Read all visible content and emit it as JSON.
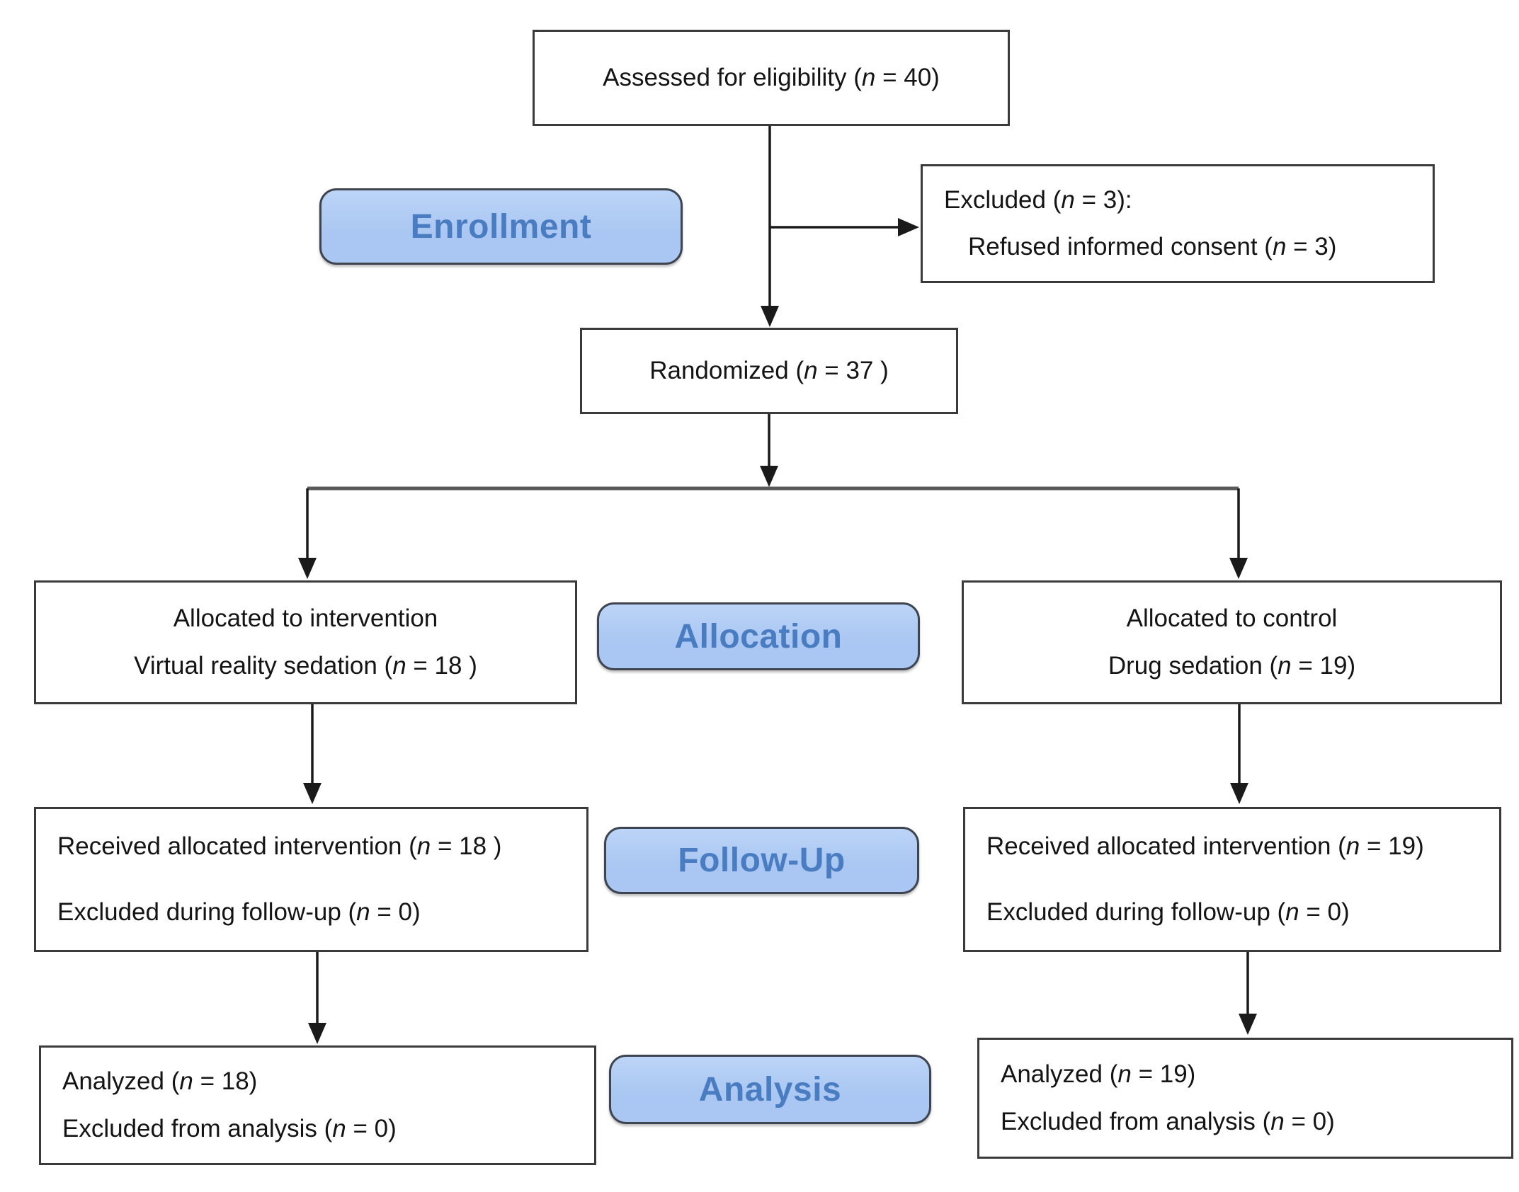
{
  "stages": {
    "enrollment": "Enrollment",
    "allocation": "Allocation",
    "followup": "Follow-Up",
    "analysis": "Analysis"
  },
  "boxes": {
    "assessed": {
      "text": "Assessed for eligibility (n = 40)"
    },
    "excluded": {
      "title": "Excluded (n = 3):",
      "reason": "Refused informed consent (n = 3)"
    },
    "randomized": {
      "text": "Randomized (n = 37 )"
    },
    "allocation_left": {
      "line1": "Allocated to intervention",
      "line2": "Virtual reality sedation (n = 18 )"
    },
    "allocation_right": {
      "line1": "Allocated to control",
      "line2": "Drug sedation (n = 19)"
    },
    "followup_left": {
      "line1": "Received allocated intervention (n = 18 )",
      "line2": "Excluded during follow-up (n = 0)"
    },
    "followup_right": {
      "line1": "Received allocated intervention (n = 19)",
      "line2": "Excluded during follow-up (n = 0)"
    },
    "analysis_left": {
      "line1": "Analyzed (n = 18)",
      "line2": "Excluded from analysis (n = 0)"
    },
    "analysis_right": {
      "line1": "Analyzed (n = 19)",
      "line2": "Excluded from analysis (n = 0)"
    }
  },
  "colors": {
    "stage_fill": "#a9c7f2",
    "stage_fill_light": "#bcd4f7",
    "stage_text": "#4a7cc2",
    "stage_border": "#3f4550",
    "box_border": "#3a3a3a",
    "box_fill": "#ffffff",
    "arrow": "#1a1a1a",
    "split_line": "#5a5a5a"
  }
}
